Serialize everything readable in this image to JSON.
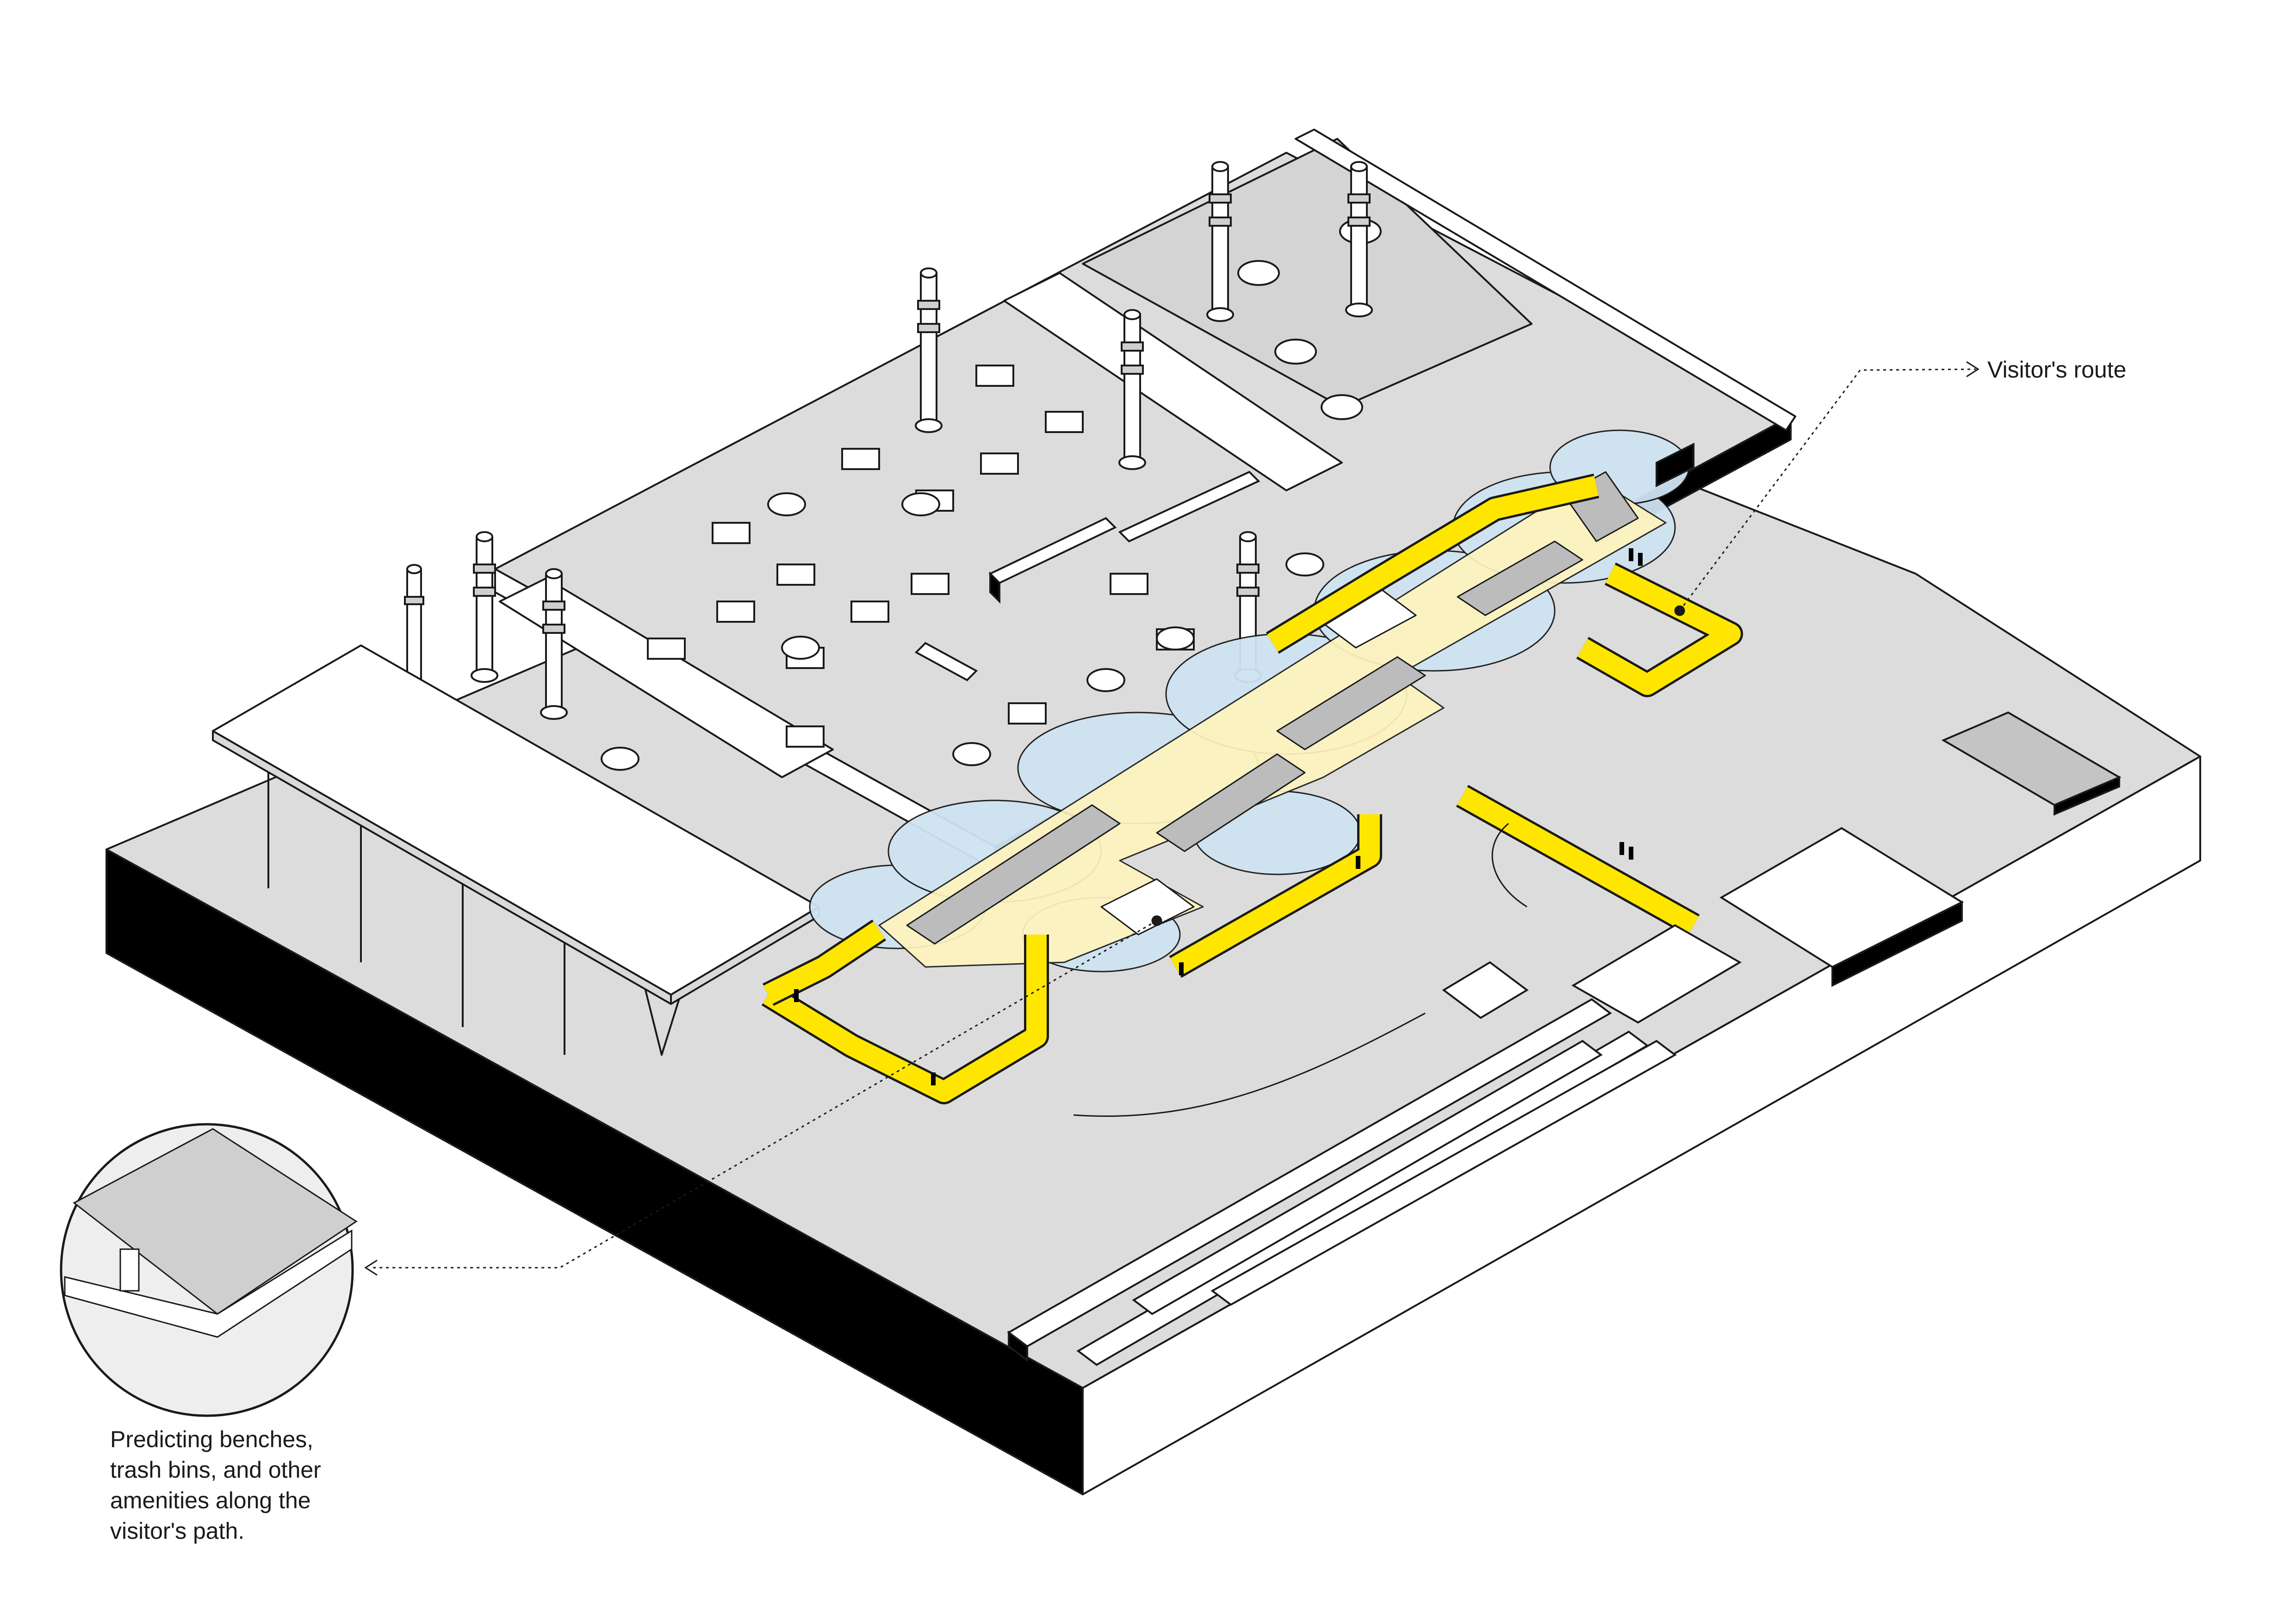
{
  "annotations": {
    "route_label": "Visitor's route",
    "note_lines": [
      "Predicting benches,",
      "trash bins, and other",
      "amenities along the",
      "visitor's path."
    ]
  },
  "colors": {
    "background": "#ffffff",
    "ground": "#dcdcdc",
    "base_side": "#000000",
    "route": "#ffe600",
    "route_zone": "#fff4bf",
    "canopy_zone": "#cfe3f2",
    "line": "#1a1a1a"
  }
}
